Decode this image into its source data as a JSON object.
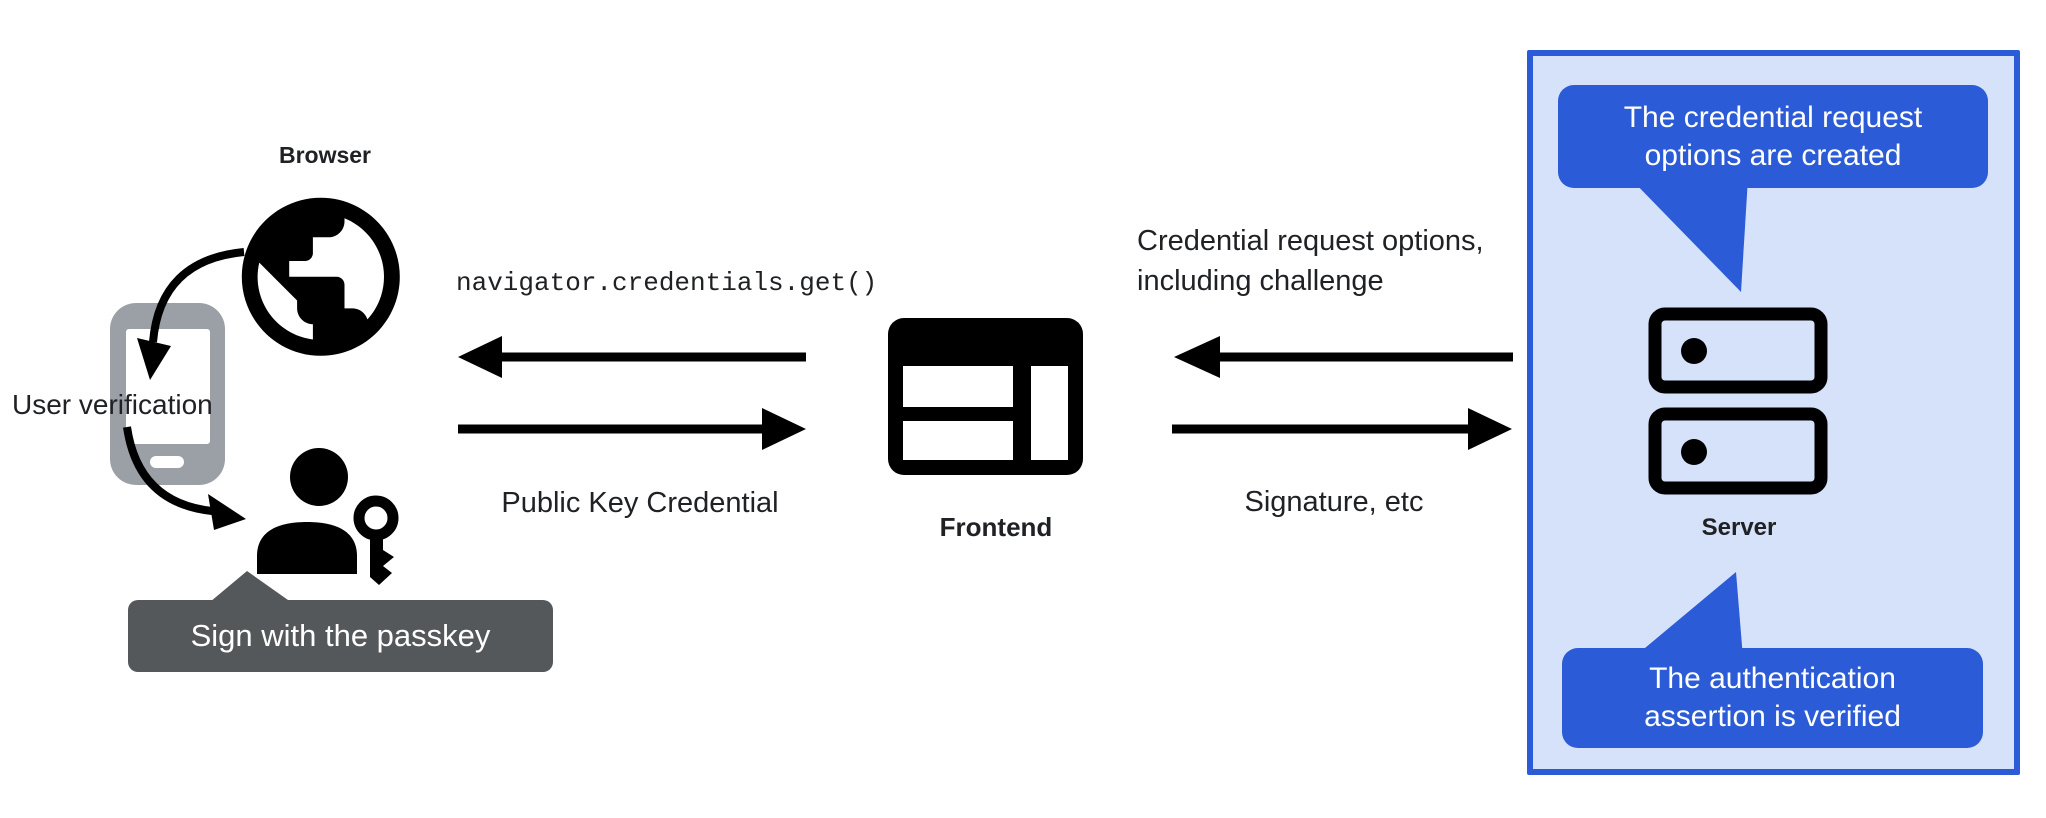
{
  "colors": {
    "blue": "#2b5bd6",
    "panel_fill": "#d6e2fa",
    "panel_border": "#2b5bd6",
    "tooltip_gray": "#55585a",
    "phone_gray": "#9aa0a6",
    "ink": "#202124"
  },
  "browser": {
    "label": "Browser",
    "user_verification_label": "User verification",
    "passkey_tooltip": "Sign with the passkey"
  },
  "frontend": {
    "label": "Frontend"
  },
  "server": {
    "label": "Server",
    "note_top": {
      "line1": "The credential request",
      "line2": "options are created"
    },
    "note_bottom": {
      "line1": "The authentication",
      "line2": "assertion is verified"
    }
  },
  "messages": {
    "api_call": "navigator.credentials.get()",
    "public_key_credential": "Public Key Credential",
    "cred_request_line1": "Credential request options,",
    "cred_request_line2": "including challenge",
    "signature": "Signature, etc"
  }
}
